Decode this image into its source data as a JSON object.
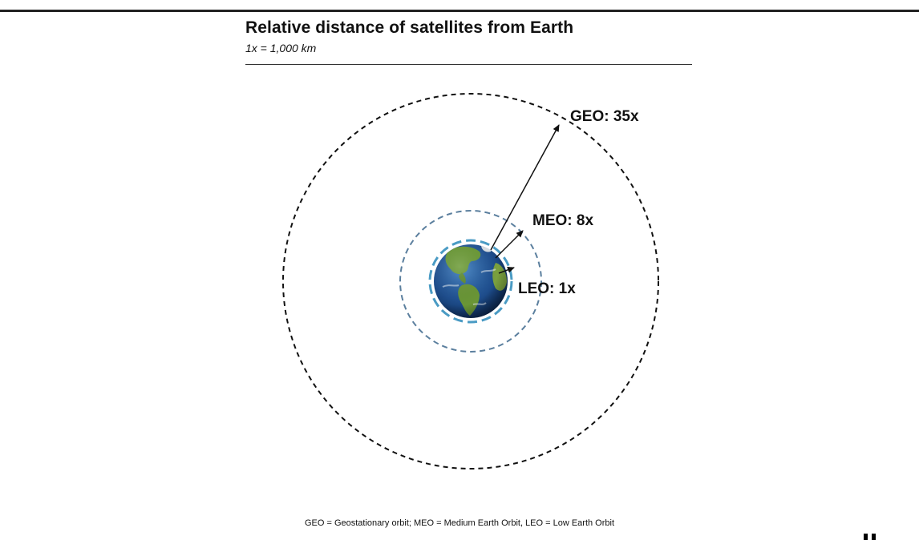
{
  "header": {
    "title": "Relative distance of satellites from Earth",
    "subtitle": "1x = 1,000 km"
  },
  "orbits": [
    {
      "id": "geo",
      "label": "GEO: 35x",
      "multiplier": 35,
      "color": "#111111"
    },
    {
      "id": "meo",
      "label": "MEO: 8x",
      "multiplier": 8,
      "color": "#5b7f9e"
    },
    {
      "id": "leo",
      "label": "LEO: 1x",
      "multiplier": 1,
      "color": "#4a9bc4"
    }
  ],
  "earth": {
    "ocean_color": "#1f4f8f",
    "land_color": "#5a8a2e"
  },
  "footnote": "GEO = Geostationary orbit; MEO = Medium Earth Orbit, LEO = Low Earth Orbit"
}
